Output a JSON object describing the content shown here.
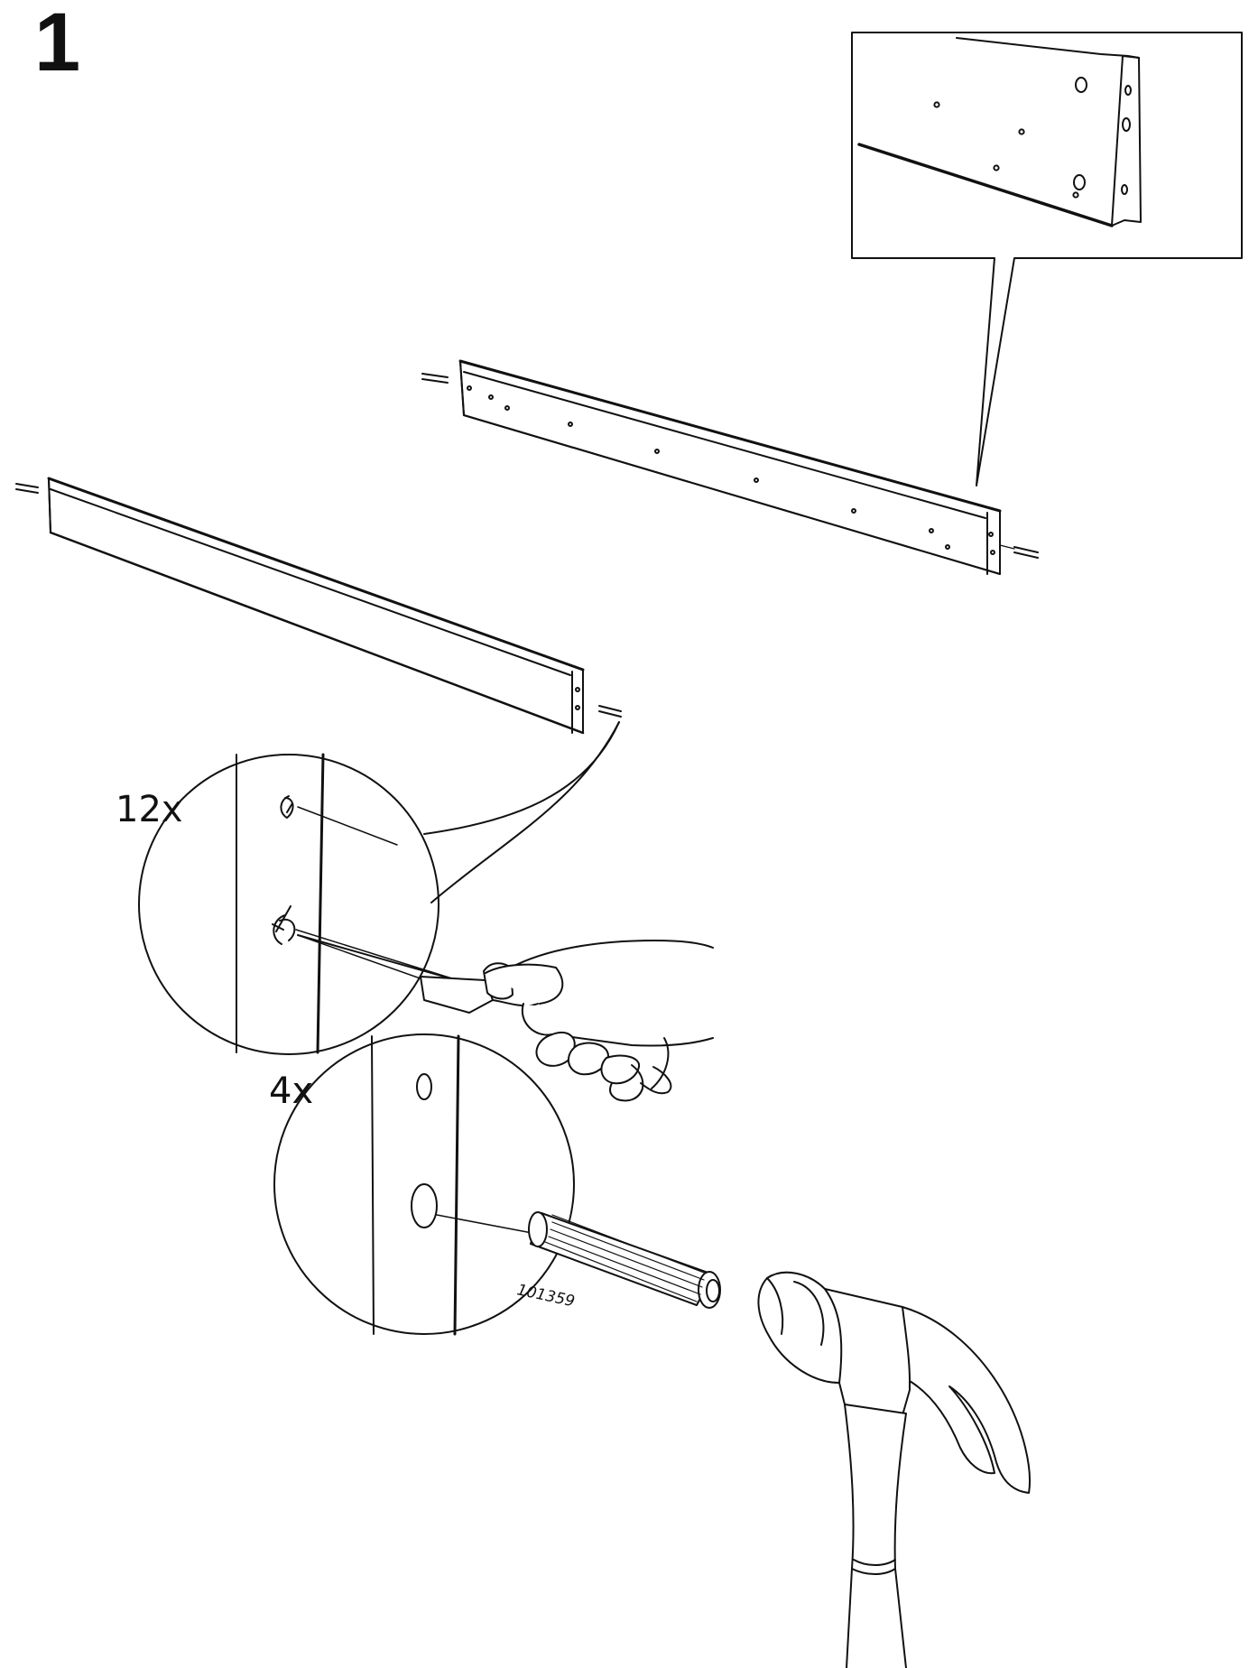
{
  "step": {
    "number": "1"
  },
  "callouts": {
    "screws_qty": "12x",
    "dowels_qty": "4x",
    "dowel_part_number": "101359"
  },
  "colors": {
    "ink": "#111111",
    "paper": "#ffffff"
  },
  "icons": [
    "screwdriver-icon",
    "hammer-icon",
    "dowel-icon"
  ]
}
